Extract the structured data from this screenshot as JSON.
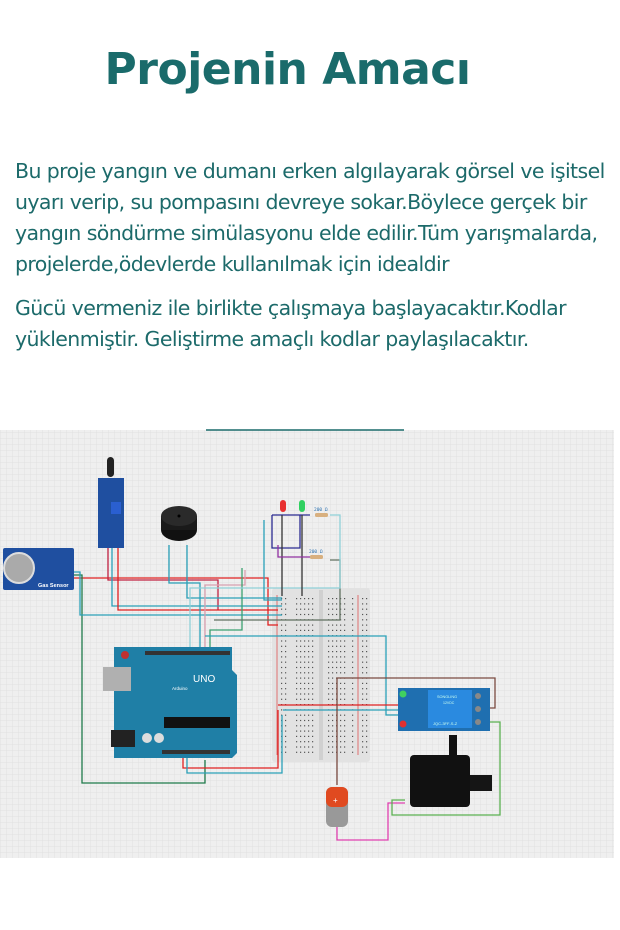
{
  "title": "Projenin Amacı",
  "paragraphs": [
    "Bu proje yangın ve dumanı erken algılayarak görsel ve işitsel uyarı verip, su pompasını devreye sokar.Böylece gerçek bir yangın söndürme simülasyonu elde edilir.Tüm yarışmalarda, projelerde,ödevlerde kullanılmak için idealdir",
    "Gücü vermeniz ile birlikte çalışmaya başlayacaktır.Kodlar yüklenmiştir. Geliştirme amaçlı kodlar paylaşılacaktır."
  ],
  "circuit": {
    "resistor_labels": [
      "200 Ω",
      "200 Ω"
    ],
    "gas_sensor_label": "Gas Sensor",
    "arduino_model": "UNO",
    "arduino_brand": "Arduino",
    "relay_brand": "SONGLING",
    "relay_voltage": "12VDC",
    "relay_model": "JQC-3FF-S-Z",
    "battery_sign": "+",
    "colors": {
      "accent": "#1a6b6b",
      "arduino": "#1f7fa6",
      "module": "#1f4fa0",
      "grid": "#e8e8e8"
    }
  }
}
